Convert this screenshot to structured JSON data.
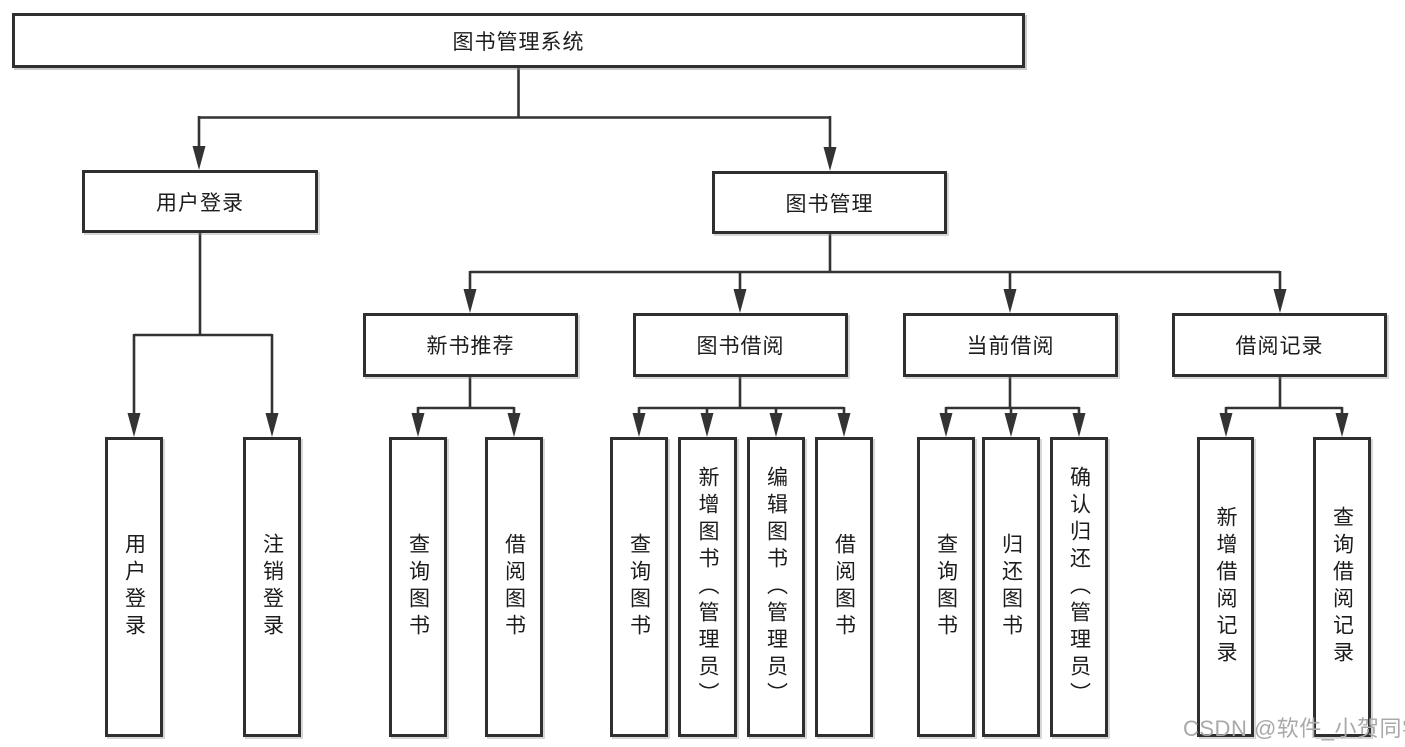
{
  "diagram": {
    "root": {
      "label": "图书管理系统"
    },
    "level2": [
      {
        "label": "用户登录"
      },
      {
        "label": "图书管理"
      }
    ],
    "level3": [
      {
        "label": "新书推荐"
      },
      {
        "label": "图书借阅"
      },
      {
        "label": "当前借阅"
      },
      {
        "label": "借阅记录"
      }
    ],
    "leaves": [
      {
        "label": "用户登录"
      },
      {
        "label": "注销登录"
      },
      {
        "label": "查询图书"
      },
      {
        "label": "借阅图书"
      },
      {
        "label": "查询图书"
      },
      {
        "label": "新增图书（管理员）"
      },
      {
        "label": "编辑图书（管理员）"
      },
      {
        "label": "借阅图书"
      },
      {
        "label": "查询图书"
      },
      {
        "label": "归还图书"
      },
      {
        "label": "确认归还（管理员）"
      },
      {
        "label": "新增借阅记录"
      },
      {
        "label": "查询借阅记录"
      }
    ]
  },
  "watermark": {
    "text": "CSDN @软件_小贺同学"
  },
  "colors": {
    "line": "#333333",
    "border": "#2f2f2f",
    "background": "#ffffff",
    "watermark": "#a9a9a9"
  }
}
